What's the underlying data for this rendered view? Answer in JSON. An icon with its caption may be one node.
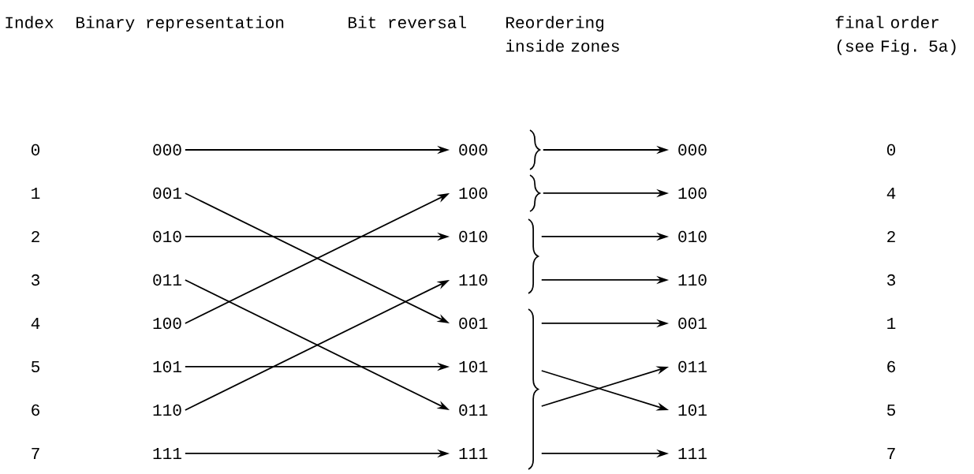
{
  "diagram": {
    "nodes": [
      {
        "text": [
          "000"
        ]
      },
      {
        "text": [
          "001"
        ]
      },
      {
        "text": [
          "010"
        ]
      },
      {
        "text": [
          "011"
        ]
      },
      {
        "text": [
          "100"
        ]
      },
      {
        "text": [
          "101"
        ]
      },
      {
        "text": [
          "110"
        ]
      },
      {
        "text": [
          "111"
        ]
      },
      {
        "text": [
          "000"
        ]
      },
      {
        "text": [
          "100"
        ]
      },
      {
        "text": [
          "010"
        ]
      },
      {
        "text": [
          "110"
        ]
      },
      {
        "text": [
          "001"
        ]
      },
      {
        "text": [
          "101"
        ]
      },
      {
        "text": [
          "011"
        ]
      },
      {
        "text": [
          "111"
        ]
      },
      {
        "text": [],
        "shape": "brace"
      },
      {
        "text": [],
        "shape": "brace"
      },
      {
        "text": [],
        "shape": "brace"
      },
      {
        "text": [],
        "shape": "brace"
      },
      {
        "text": [
          "000"
        ]
      },
      {
        "text": [
          "100"
        ]
      },
      {
        "text": [
          "010"
        ]
      },
      {
        "text": [
          "110"
        ]
      },
      {
        "text": [
          "001"
        ]
      },
      {
        "text": [
          "011"
        ]
      },
      {
        "text": [
          "101"
        ]
      },
      {
        "text": [
          "111"
        ]
      }
    ],
    "edges": [
      {
        "from": 0,
        "to": 8,
        "arrow": "to"
      },
      {
        "from": 1,
        "to": 12,
        "arrow": "to"
      },
      {
        "from": 2,
        "to": 10,
        "arrow": "to"
      },
      {
        "from": 3,
        "to": 14,
        "arrow": "to"
      },
      {
        "from": 4,
        "to": 9,
        "arrow": "to"
      },
      {
        "from": 5,
        "to": 13,
        "arrow": "to"
      },
      {
        "from": 6,
        "to": 11,
        "arrow": "to"
      },
      {
        "from": 7,
        "to": 15,
        "arrow": "to"
      },
      {
        "from": 16,
        "to": 20,
        "arrow": "to"
      },
      {
        "from": 17,
        "to": 21,
        "arrow": "to"
      },
      {
        "from": 18,
        "to": 22,
        "arrow": "to"
      },
      {
        "from": 18,
        "to": 23,
        "arrow": "to"
      },
      {
        "from": 19,
        "to": 24,
        "arrow": "to"
      },
      {
        "from": 19,
        "to": 25,
        "arrow": "to"
      },
      {
        "from": 19,
        "to": 26,
        "arrow": "to"
      },
      {
        "from": 19,
        "to": 27,
        "arrow": "to"
      }
    ],
    "labels": [
      "Index",
      "Binary representation",
      "Bit reversal",
      "Reordering inside zones",
      "final order (see Fig. 5a)",
      "0",
      "1",
      "2",
      "3",
      "4",
      "5",
      "6",
      "7",
      "0",
      "4",
      "2",
      "3",
      "1",
      "6",
      "5",
      "7"
    ]
  }
}
